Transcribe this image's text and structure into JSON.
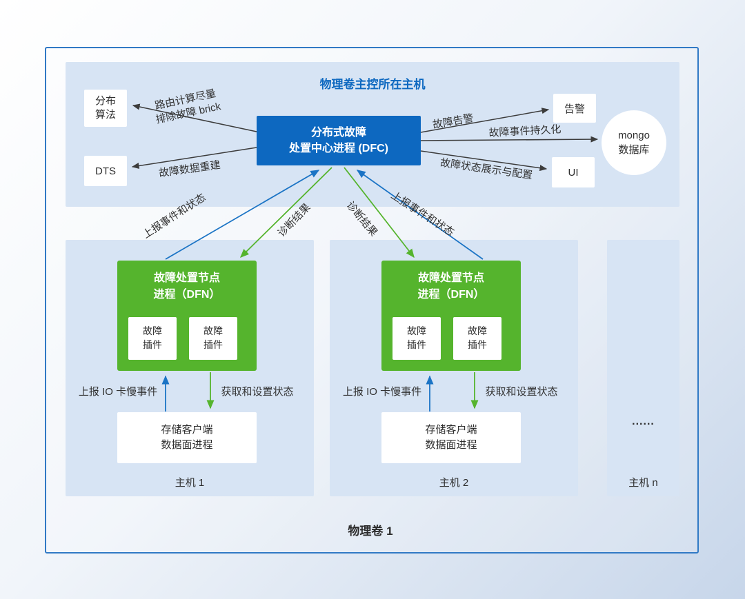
{
  "colors": {
    "dfc_blue": "#0d68c0",
    "dfn_green": "#55b42d",
    "arrow_dark": "#3c3c3c",
    "arrow_blue": "#1b74c5",
    "arrow_green": "#55b42d",
    "panel_blue": "#d7e4f4",
    "border_blue": "#3079c5"
  },
  "top": {
    "title": "物理卷主控所在主机",
    "dfc_label": "分布式故障\n处置中心进程 (DFC)",
    "nodes": {
      "algo": "分布\n算法",
      "dts": "DTS",
      "alert": "告警",
      "ui": "UI",
      "mongo": "mongo\n数据库"
    }
  },
  "edges": {
    "route": "路由计算尽量\n排除故障 brick",
    "rebuild": "故障数据重建",
    "alarm": "故障告警",
    "persist": "故障事件持久化",
    "display": "故障状态展示与配置",
    "report_left": "上报事件和状态",
    "report_right": "上报事件和状态",
    "diag_left": "诊断结果",
    "diag_right": "诊断结果"
  },
  "hosts": [
    {
      "name": "主机 1",
      "dfn": "故障处置节点\n进程（DFN）",
      "plugin_a": "故障\n插件",
      "plugin_b": "故障\n插件",
      "report_io": "上报 IO 卡慢事件",
      "get_set": "获取和设置状态",
      "storage": "存储客户端\n数据面进程"
    },
    {
      "name": "主机 2",
      "dfn": "故障处置节点\n进程（DFN）",
      "plugin_a": "故障\n插件",
      "plugin_b": "故障\n插件",
      "report_io": "上报 IO 卡慢事件",
      "get_set": "获取和设置状态",
      "storage": "存储客户端\n数据面进程"
    },
    {
      "name": "主机 n",
      "dots": "......"
    }
  ],
  "volume_label": "物理卷 1"
}
